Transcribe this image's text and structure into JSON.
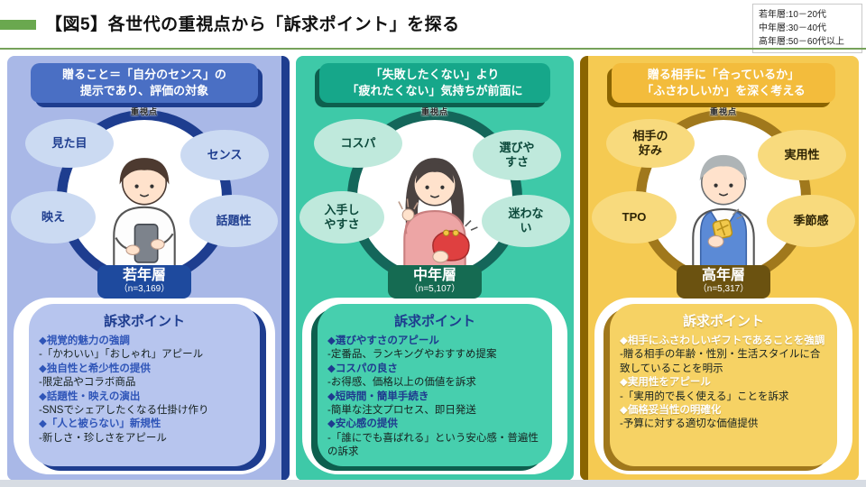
{
  "header": {
    "title": "【図5】各世代の重視点から「訴求ポイント」を探る",
    "accent_color": "#6aa84f",
    "legend_lines": [
      "若年層:10－20代",
      "中年層:30－40代",
      "高年層:50－60代以上"
    ]
  },
  "columns": [
    {
      "key": "young",
      "catch": "贈ること＝「自分のセンス」の\n提示であり、評価の対象",
      "focus_label": "重視点",
      "bubbles": [
        "見た目",
        "センス",
        "映え",
        "話題性"
      ],
      "person": "young-man-with-smartphone",
      "name": "若年層",
      "n_label": "（n=3,169）",
      "points_title": "訴求ポイント",
      "points": [
        {
          "head": "◆視覚的魅力の強調",
          "body": "-「かわいい」「おしゃれ」アピール"
        },
        {
          "head": "◆独自性と希少性の提供",
          "body": "-限定品やコラボ商品"
        },
        {
          "head": "◆話題性・映えの演出",
          "body": "-SNSでシェアしたくなる仕掛け作り"
        },
        {
          "head": "◆「人と被らない」新規性",
          "body": "-新しさ・珍しさをアピール"
        }
      ],
      "colors": {
        "bg": "#a9b8e7",
        "pill": "#4a6fc4",
        "dark": "#1e3d8f",
        "bubble": "#cbdaf2",
        "name_bg": "#1e4a9e",
        "box": "#b7c5ee",
        "heading": "#2f55b8"
      }
    },
    {
      "key": "middle",
      "catch": "「失敗したくない」より\n「疲れたくない」気持ちが前面に",
      "focus_label": "重視点",
      "bubbles": [
        "コスパ",
        "選びや\nすさ",
        "入手し\nやすさ",
        "迷わな\nい"
      ],
      "person": "woman-with-coin-purse",
      "name": "中年層",
      "n_label": "（n=5,107）",
      "points_title": "訴求ポイント",
      "points": [
        {
          "head": "◆選びやすさのアピール",
          "body": "-定番品、ランキングやおすすめ提案"
        },
        {
          "head": "◆コスパの良さ",
          "body": "-お得感、価格以上の価値を訴求"
        },
        {
          "head": "◆短時間・簡単手続き",
          "body": "-簡単な注文プロセス、即日発送"
        },
        {
          "head": "◆安心感の提供",
          "body": "-「誰にでも喜ばれる」という安心感・普遍性の訴求"
        }
      ],
      "colors": {
        "bg": "#3ec9a8",
        "pill": "#16a78a",
        "dark": "#0d5f4e",
        "bubble": "#bfe9dc",
        "name_bg": "#156b52",
        "box": "#47cfae",
        "heading": "#1f3a8f"
      }
    },
    {
      "key": "senior",
      "catch": "贈る相手に「合っているか」\n「ふさわしいか」を深く考える",
      "focus_label": "重視点",
      "bubbles": [
        "相手の\n好み",
        "実用性",
        "TPO",
        "季節感"
      ],
      "person": "older-man-with-gift",
      "name": "高年層",
      "n_label": "（n=5,317）",
      "points_title": "訴求ポイント",
      "points": [
        {
          "head": "◆相手にふさわしいギフトであることを強調",
          "body": "-贈る相手の年齢・性別・生活スタイルに合致していることを明示"
        },
        {
          "head": "◆実用性をアピール",
          "body": "-「実用的で長く使える」ことを訴求"
        },
        {
          "head": "◆価格妥当性の明確化",
          "body": "-予算に対する適切な価値提供"
        }
      ],
      "colors": {
        "bg": "#f5ca52",
        "pill": "#f3bc3c",
        "dark": "#8a6400",
        "bubble": "#f8da7d",
        "name_bg": "#6b5210",
        "box": "#f6d264",
        "heading": "#ffffff"
      }
    }
  ],
  "footer_strip_color": "#d7dce3"
}
